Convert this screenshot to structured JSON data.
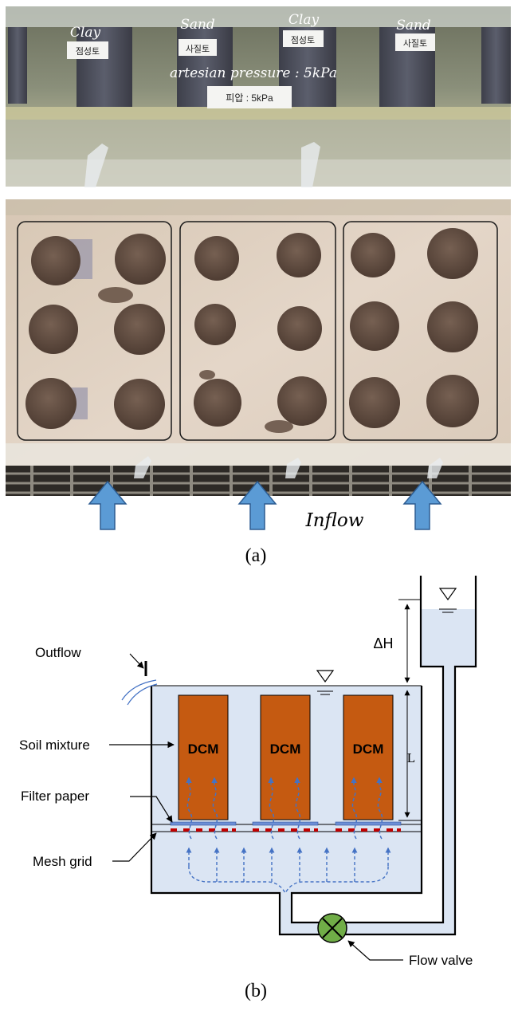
{
  "photo_top": {
    "labels": [
      "Clay",
      "Sand",
      "Clay",
      "Sand"
    ],
    "korean_tags": [
      "점성토",
      "사질토",
      "점성토",
      "사질토"
    ],
    "pressure_label": "artesian pressure : 5kPa",
    "pressure_tag": "피압 : 5kPa"
  },
  "photo_bottom": {
    "inflow_label": "Inflow"
  },
  "caption_a": "(a)",
  "schematic": {
    "labels": {
      "outflow": "Outflow",
      "soil_mixture": "Soil mixture",
      "filter_paper": "Filter paper",
      "mesh_grid": "Mesh grid",
      "flow_valve": "Flow valve",
      "delta_h": "ΔH",
      "length": "L"
    },
    "columns": [
      "DCM",
      "DCM",
      "DCM"
    ],
    "colors": {
      "water": "#dbe5f3",
      "column": "#c55a11",
      "arrow": "#4472c4",
      "valve": "#70ad47",
      "filter": "#c00000",
      "line": "#000000"
    }
  },
  "caption_b": "(b)"
}
